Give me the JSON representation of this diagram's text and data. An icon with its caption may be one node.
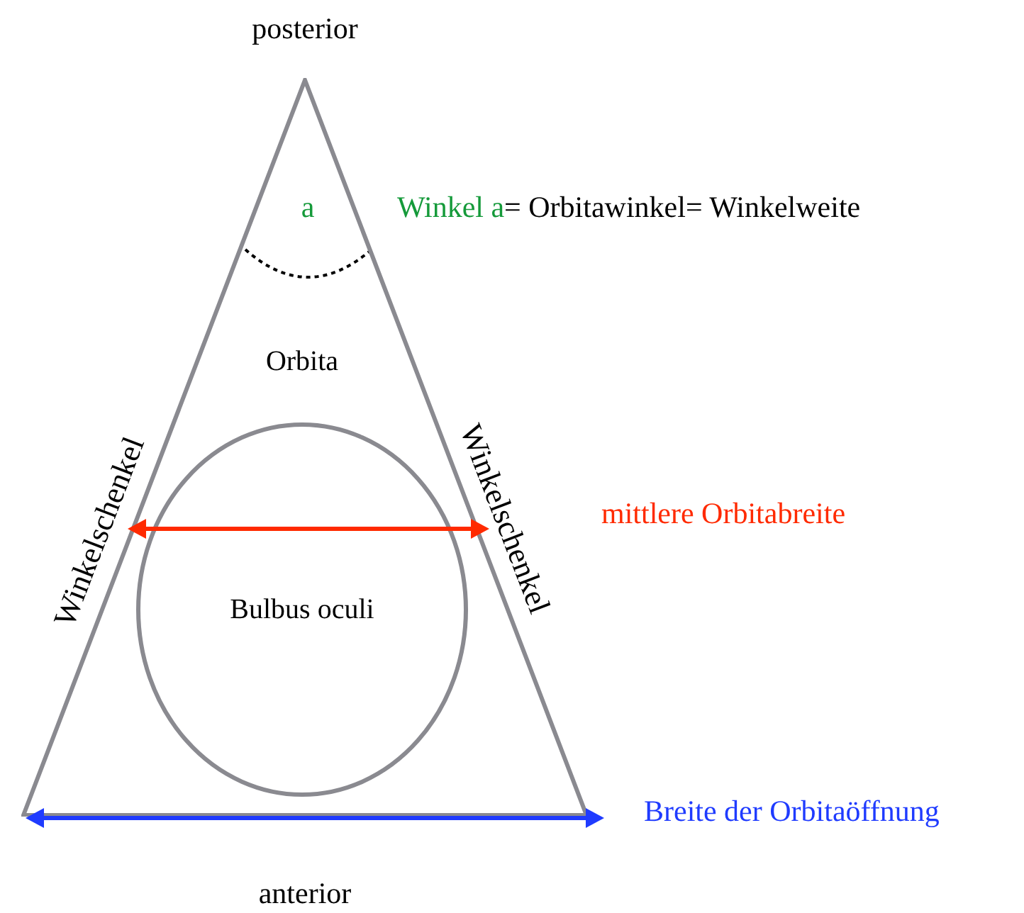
{
  "diagram": {
    "nodes": [
      {
        "text": [
          "Orbita"
        ]
      },
      {
        "text": [
          "Bulbus oculi"
        ],
        "in": 0
      }
    ],
    "edges": [],
    "labels": [
      "posterior",
      "a",
      "Winkel a",
      "= Orbitawinkel= Winkelweite",
      "Winkelschenkel",
      "Winkelschenkel",
      "mittlere Orbitabreite",
      "Breite der Orbitaöffnung",
      "anterior"
    ]
  }
}
